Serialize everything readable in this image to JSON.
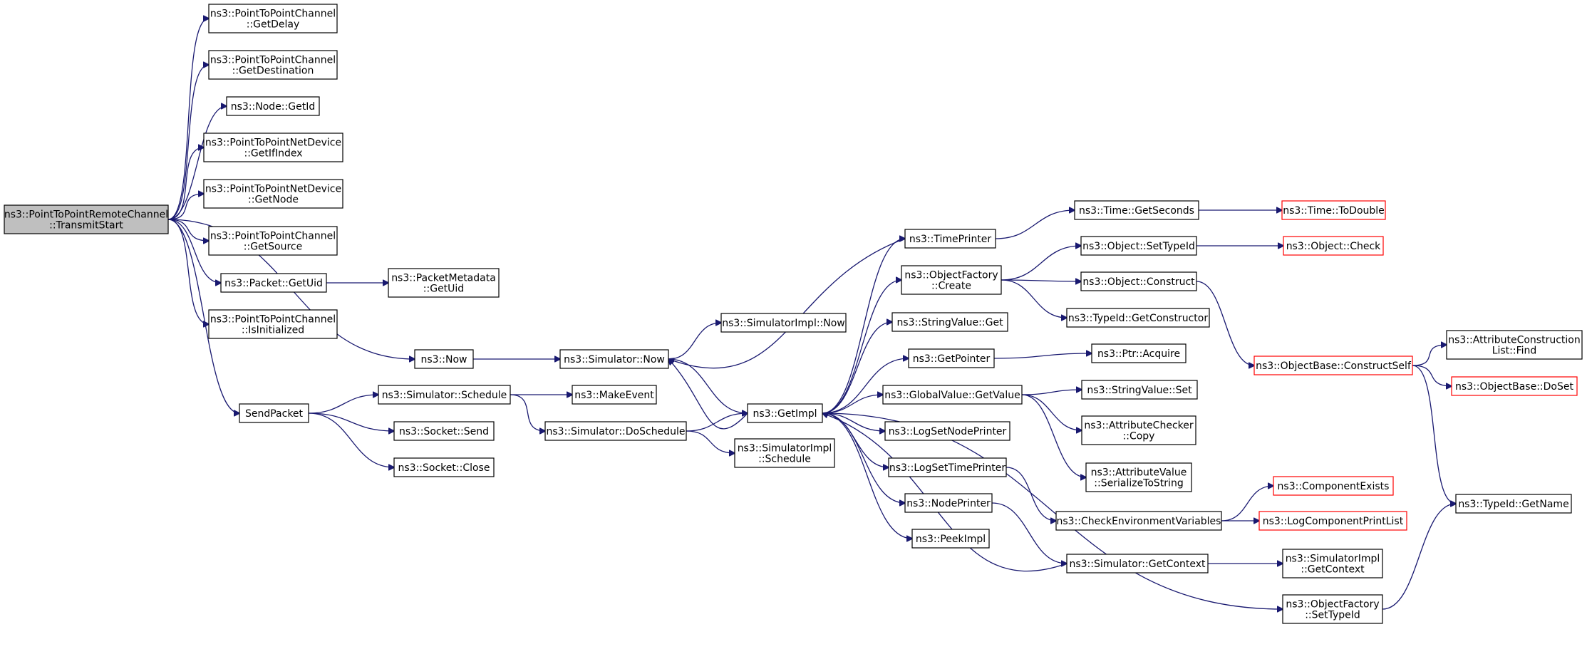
{
  "graph": {
    "type": "call-graph",
    "colors": {
      "edge": "#191970",
      "node_border": "#000000",
      "truncated_border": "#ff0000",
      "root_fill": "#bfbfbf"
    },
    "nodes": [
      {
        "id": "transmitStart",
        "lines": [
          "ns3::PointToPointRemoteChannel",
          "::TransmitStart"
        ],
        "root": true
      },
      {
        "id": "getDelay",
        "lines": [
          "ns3::PointToPointChannel",
          "::GetDelay"
        ]
      },
      {
        "id": "getDestination",
        "lines": [
          "ns3::PointToPointChannel",
          "::GetDestination"
        ]
      },
      {
        "id": "nodeGetId",
        "lines": [
          "ns3::Node::GetId"
        ]
      },
      {
        "id": "getIfIndex",
        "lines": [
          "ns3::PointToPointNetDevice",
          "::GetIfIndex"
        ]
      },
      {
        "id": "getNode",
        "lines": [
          "ns3::PointToPointNetDevice",
          "::GetNode"
        ]
      },
      {
        "id": "getSource",
        "lines": [
          "ns3::PointToPointChannel",
          "::GetSource"
        ]
      },
      {
        "id": "packetGetUid",
        "lines": [
          "ns3::Packet::GetUid"
        ]
      },
      {
        "id": "packetMetadataGetUid",
        "lines": [
          "ns3::PacketMetadata",
          "::GetUid"
        ]
      },
      {
        "id": "isInitialized",
        "lines": [
          "ns3::PointToPointChannel",
          "::IsInitialized"
        ]
      },
      {
        "id": "now",
        "lines": [
          "ns3::Now"
        ]
      },
      {
        "id": "simNow",
        "lines": [
          "ns3::Simulator::Now"
        ]
      },
      {
        "id": "simImplNow",
        "lines": [
          "ns3::SimulatorImpl::Now"
        ]
      },
      {
        "id": "sendPacket",
        "lines": [
          "SendPacket"
        ]
      },
      {
        "id": "simSchedule",
        "lines": [
          "ns3::Simulator::Schedule"
        ]
      },
      {
        "id": "makeEvent",
        "lines": [
          "ns3::MakeEvent"
        ]
      },
      {
        "id": "socketSend",
        "lines": [
          "ns3::Socket::Send"
        ]
      },
      {
        "id": "socketClose",
        "lines": [
          "ns3::Socket::Close"
        ]
      },
      {
        "id": "simDoSchedule",
        "lines": [
          "ns3::Simulator::DoSchedule"
        ]
      },
      {
        "id": "getImpl",
        "lines": [
          "ns3::GetImpl"
        ]
      },
      {
        "id": "simImplSchedule",
        "lines": [
          "ns3::SimulatorImpl",
          "::Schedule"
        ]
      },
      {
        "id": "timePrinter",
        "lines": [
          "ns3::TimePrinter"
        ]
      },
      {
        "id": "objFactoryCreate",
        "lines": [
          "ns3::ObjectFactory",
          "::Create"
        ]
      },
      {
        "id": "stringValueGet",
        "lines": [
          "ns3::StringValue::Get"
        ]
      },
      {
        "id": "getPointer",
        "lines": [
          "ns3::GetPointer"
        ]
      },
      {
        "id": "globalValueGetValue",
        "lines": [
          "ns3::GlobalValue::GetValue"
        ]
      },
      {
        "id": "logSetNodePrinter",
        "lines": [
          "ns3::LogSetNodePrinter"
        ]
      },
      {
        "id": "logSetTimePrinter",
        "lines": [
          "ns3::LogSetTimePrinter"
        ]
      },
      {
        "id": "nodePrinter",
        "lines": [
          "ns3::NodePrinter"
        ]
      },
      {
        "id": "peekImpl",
        "lines": [
          "ns3::PeekImpl"
        ]
      },
      {
        "id": "timeGetSeconds",
        "lines": [
          "ns3::Time::GetSeconds"
        ]
      },
      {
        "id": "timeToDouble",
        "lines": [
          "ns3::Time::ToDouble"
        ],
        "truncated": true
      },
      {
        "id": "objectSetTypeId",
        "lines": [
          "ns3::Object::SetTypeId"
        ]
      },
      {
        "id": "objectCheck",
        "lines": [
          "ns3::Object::Check"
        ],
        "truncated": true
      },
      {
        "id": "objectConstruct",
        "lines": [
          "ns3::Object::Construct"
        ]
      },
      {
        "id": "typeIdGetConstructor",
        "lines": [
          "ns3::TypeId::GetConstructor"
        ]
      },
      {
        "id": "ptrAcquire",
        "lines": [
          "ns3::Ptr::Acquire"
        ]
      },
      {
        "id": "stringValueSet",
        "lines": [
          "ns3::StringValue::Set"
        ]
      },
      {
        "id": "attributeCheckerCopy",
        "lines": [
          "ns3::AttributeChecker",
          "::Copy"
        ]
      },
      {
        "id": "attributeValueSerialize",
        "lines": [
          "ns3::AttributeValue",
          "::SerializeToString"
        ]
      },
      {
        "id": "checkEnvVars",
        "lines": [
          "ns3::CheckEnvironmentVariables"
        ]
      },
      {
        "id": "componentExists",
        "lines": [
          "ns3::ComponentExists"
        ],
        "truncated": true
      },
      {
        "id": "logComponentPrintList",
        "lines": [
          "ns3::LogComponentPrintList"
        ],
        "truncated": true
      },
      {
        "id": "simGetContext",
        "lines": [
          "ns3::Simulator::GetContext"
        ]
      },
      {
        "id": "simImplGetContext",
        "lines": [
          "ns3::SimulatorImpl",
          "::GetContext"
        ]
      },
      {
        "id": "objFactorySetTypeId",
        "lines": [
          "ns3::ObjectFactory",
          "::SetTypeId"
        ]
      },
      {
        "id": "objectBaseConstructSelf",
        "lines": [
          "ns3::ObjectBase::ConstructSelf"
        ],
        "truncated": true
      },
      {
        "id": "attrConstructionListFind",
        "lines": [
          "ns3::AttributeConstruction",
          "List::Find"
        ]
      },
      {
        "id": "objectBaseDoSet",
        "lines": [
          "ns3::ObjectBase::DoSet"
        ],
        "truncated": true
      },
      {
        "id": "typeIdGetName",
        "lines": [
          "ns3::TypeId::GetName"
        ]
      }
    ],
    "edges": [
      [
        "transmitStart",
        "getDelay"
      ],
      [
        "transmitStart",
        "getDestination"
      ],
      [
        "transmitStart",
        "nodeGetId"
      ],
      [
        "transmitStart",
        "getIfIndex"
      ],
      [
        "transmitStart",
        "getNode"
      ],
      [
        "transmitStart",
        "getSource"
      ],
      [
        "transmitStart",
        "packetGetUid"
      ],
      [
        "transmitStart",
        "isInitialized"
      ],
      [
        "transmitStart",
        "now"
      ],
      [
        "transmitStart",
        "sendPacket"
      ],
      [
        "packetGetUid",
        "packetMetadataGetUid"
      ],
      [
        "now",
        "simNow"
      ],
      [
        "simNow",
        "simImplNow"
      ],
      [
        "simNow",
        "getImpl"
      ],
      [
        "sendPacket",
        "simSchedule"
      ],
      [
        "sendPacket",
        "socketSend"
      ],
      [
        "sendPacket",
        "socketClose"
      ],
      [
        "simSchedule",
        "makeEvent"
      ],
      [
        "simSchedule",
        "simDoSchedule"
      ],
      [
        "simDoSchedule",
        "getImpl"
      ],
      [
        "simDoSchedule",
        "simImplSchedule"
      ],
      [
        "getImpl",
        "simNow"
      ],
      [
        "getImpl",
        "timePrinter"
      ],
      [
        "getImpl",
        "objFactoryCreate"
      ],
      [
        "getImpl",
        "stringValueGet"
      ],
      [
        "getImpl",
        "getPointer"
      ],
      [
        "getImpl",
        "globalValueGetValue"
      ],
      [
        "getImpl",
        "logSetNodePrinter"
      ],
      [
        "getImpl",
        "logSetTimePrinter"
      ],
      [
        "getImpl",
        "nodePrinter"
      ],
      [
        "getImpl",
        "peekImpl"
      ],
      [
        "getImpl",
        "objFactorySetTypeId"
      ],
      [
        "timePrinter",
        "simNow"
      ],
      [
        "timePrinter",
        "timeGetSeconds"
      ],
      [
        "timeGetSeconds",
        "timeToDouble"
      ],
      [
        "objFactoryCreate",
        "objectSetTypeId"
      ],
      [
        "objFactoryCreate",
        "objectConstruct"
      ],
      [
        "objFactoryCreate",
        "typeIdGetConstructor"
      ],
      [
        "objectSetTypeId",
        "objectCheck"
      ],
      [
        "objectConstruct",
        "objectBaseConstructSelf"
      ],
      [
        "getPointer",
        "ptrAcquire"
      ],
      [
        "globalValueGetValue",
        "stringValueSet"
      ],
      [
        "globalValueGetValue",
        "attributeCheckerCopy"
      ],
      [
        "globalValueGetValue",
        "attributeValueSerialize"
      ],
      [
        "logSetTimePrinter",
        "checkEnvVars"
      ],
      [
        "nodePrinter",
        "simGetContext"
      ],
      [
        "simGetContext",
        "getImpl"
      ],
      [
        "simGetContext",
        "simImplGetContext"
      ],
      [
        "checkEnvVars",
        "componentExists"
      ],
      [
        "checkEnvVars",
        "logComponentPrintList"
      ],
      [
        "objFactorySetTypeId",
        "typeIdGetName"
      ],
      [
        "objectBaseConstructSelf",
        "attrConstructionListFind"
      ],
      [
        "objectBaseConstructSelf",
        "objectBaseDoSet"
      ],
      [
        "objectBaseConstructSelf",
        "typeIdGetName"
      ]
    ]
  }
}
